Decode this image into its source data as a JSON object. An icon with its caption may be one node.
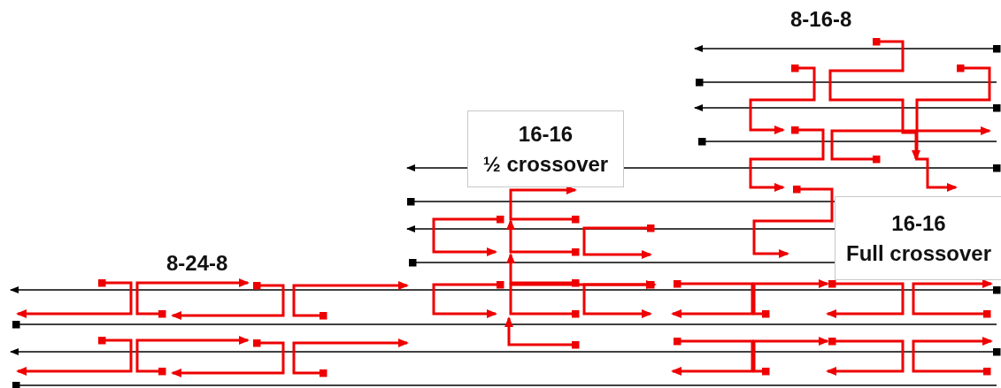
{
  "diagram": {
    "nodes": [
      {
        "text": [
          "16-16",
          "½ crossover"
        ]
      },
      {
        "text": [
          "16-16",
          "Full crossover"
        ]
      }
    ],
    "labels": [
      "8-16-8",
      "8-24-8"
    ]
  }
}
